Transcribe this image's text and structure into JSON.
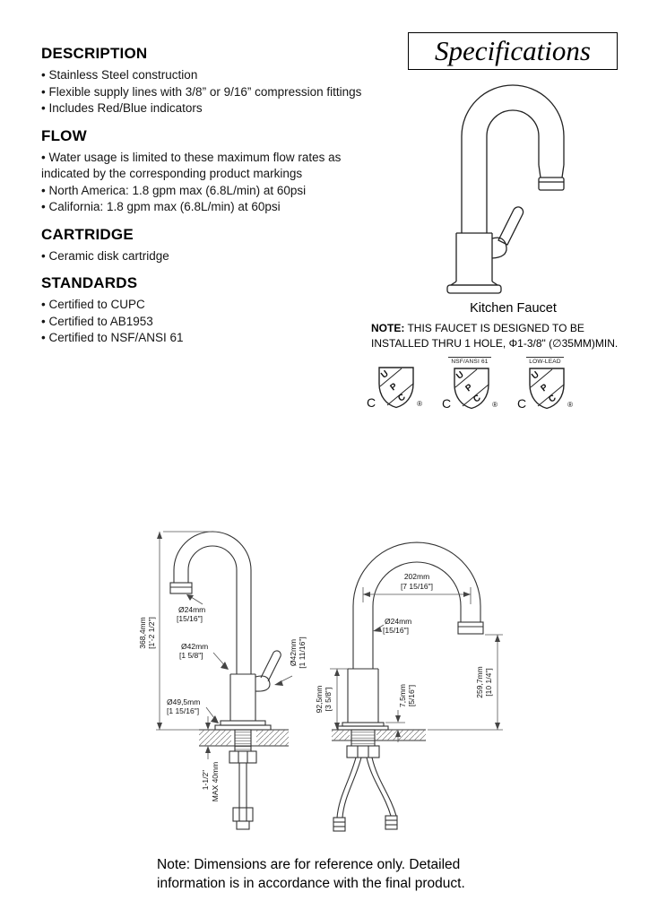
{
  "page": {
    "footer_note": "Note: Dimensions are for reference only. Detailed information is in accordance with the final product."
  },
  "left": {
    "sections": [
      {
        "heading": "DESCRIPTION",
        "items": [
          "Stainless Steel construction",
          "Flexible supply lines with 3/8” or 9/16” compression fittings",
          "Includes Red/Blue indicators"
        ]
      },
      {
        "heading": "FLOW",
        "items": [
          "Water usage is limited to these maximum flow rates as indicated by the corresponding product markings",
          "North America: 1.8 gpm max (6.8L/min) at 60psi",
          "California: 1.8 gpm max (6.8L/min) at 60psi"
        ]
      },
      {
        "heading": "CARTRIDGE",
        "items": [
          "Ceramic disk cartridge"
        ]
      },
      {
        "heading": "STANDARDS",
        "items": [
          "Certified to CUPC",
          "Certified to AB1953",
          "Certified to NSF/ANSI 61"
        ]
      }
    ]
  },
  "spec": {
    "title": "Specifications",
    "caption": "Kitchen Faucet",
    "note_label": "NOTE:",
    "note_text": "THIS FAUCET IS DESIGNED TO BE INSTALLED THRU 1 HOLE, Φ1-3/8\" (∅35MM)MIN."
  },
  "certs": {
    "shield": {
      "u": "U",
      "p": "P",
      "c": "C"
    },
    "badges": [
      {
        "label": "",
        "mark_c": "C",
        "mark_r": "®"
      },
      {
        "label": "NSF/ANSI 61",
        "mark_c": "C",
        "mark_r": "®"
      },
      {
        "label": "LOW-LEAD",
        "mark_c": "C",
        "mark_r": "®"
      }
    ]
  },
  "drawing": {
    "side": {
      "overall_height": "368,4mm",
      "overall_height_in": "[1'-2 1/2\"]",
      "spout_dia": "Ø24mm",
      "spout_dia_in": "[15/16\"]",
      "body_dia": "Ø42mm",
      "body_dia_in": "[1 5/8\"]",
      "handle_dia": "Ø42mm",
      "handle_dia_in": "[1 11/16\"]",
      "base_dia": "Ø49,5mm",
      "base_dia_in": "[1 15/16\"]",
      "deck_max_in": "1-1/2\"",
      "deck_max_mm": "MAX 40mm"
    },
    "front": {
      "reach": "202mm",
      "reach_in": "[7 15/16\"]",
      "spout_dia": "Ø24mm",
      "spout_dia_in": "[15/16\"]",
      "outlet_height": "259,7mm",
      "outlet_height_in": "[10 1/4\"]",
      "body_height": "92,5mm",
      "body_height_in": "[3 5/8\"]",
      "base_height": "7,5mm",
      "base_height_in": "[5/16\"]"
    }
  }
}
